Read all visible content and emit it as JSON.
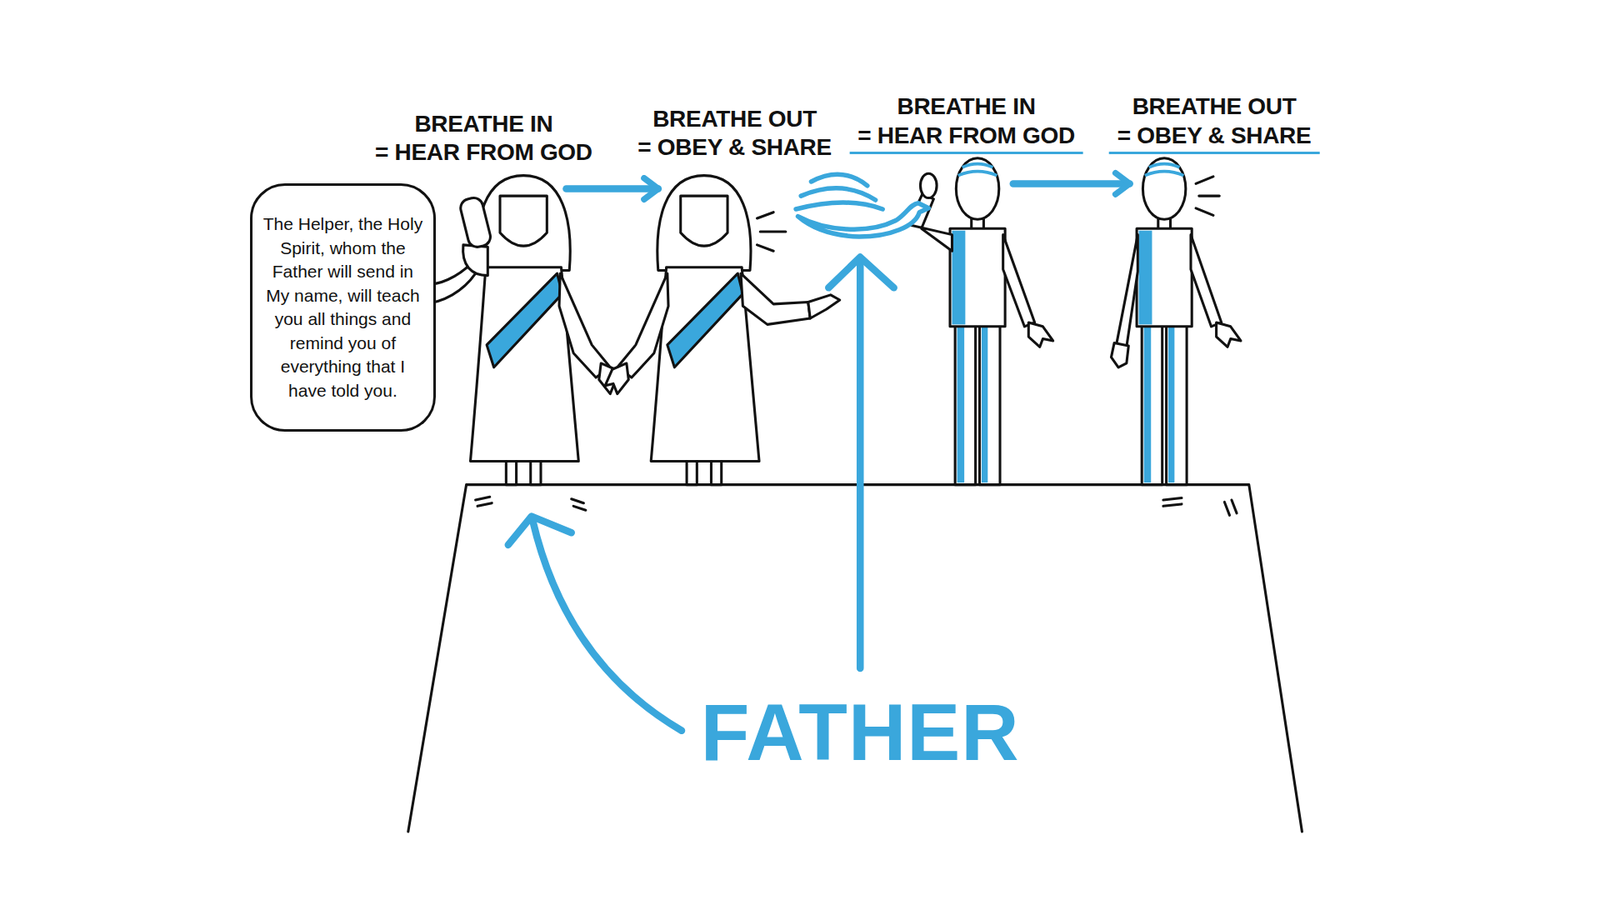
{
  "diagram": {
    "nodes": [
      {
        "text": [
          "BREATHE IN",
          "= HEAR FROM GOD"
        ]
      },
      {
        "text": [
          "BREATHE OUT",
          "= OBEY & SHARE"
        ]
      },
      {
        "text": [
          "BREATHE IN",
          "= HEAR FROM GOD"
        ]
      },
      {
        "text": [
          "BREATHE OUT",
          "= OBEY & SHARE"
        ]
      },
      {
        "text": [
          "The Helper, the Holy Spirit, whom the Father will send in My name, will teach you all things and remind you of everything that I have told you."
        ]
      }
    ],
    "edges": [
      {
        "from": 0,
        "to": 1,
        "arrow": "to"
      },
      {
        "from": 2,
        "to": 3,
        "arrow": "to"
      }
    ],
    "labels": [
      "FATHER"
    ]
  }
}
